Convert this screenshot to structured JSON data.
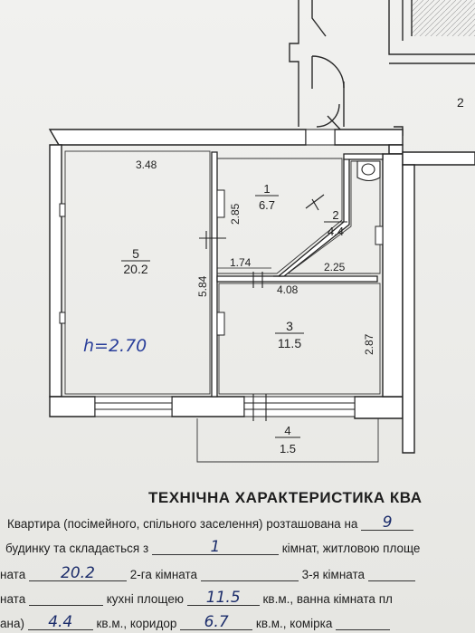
{
  "plan": {
    "rooms": [
      {
        "id": "5",
        "number": "5",
        "area": "20.2"
      },
      {
        "id": "1",
        "number": "1",
        "area": "6.7"
      },
      {
        "id": "2",
        "number": "2",
        "area": "4.4"
      },
      {
        "id": "3",
        "number": "3",
        "area": "11.5"
      },
      {
        "id": "4",
        "number": "4",
        "area": "1.5"
      }
    ],
    "dimensions": {
      "d348": "3.48",
      "d285": "2.85",
      "d174": "1.74",
      "d584": "5.84",
      "d408": "4.08",
      "d225": "2.25",
      "d287": "2.87"
    },
    "ceiling_height": "h=2.70",
    "corner_number": "2"
  },
  "form": {
    "title": "ТЕХНІЧНА ХАРАКТЕРИСТИКА КВА",
    "line1": {
      "text": "Квартира (посімейного, спільного заселення) розташована на",
      "value": "9"
    },
    "line2": {
      "prefix": "будинку та складається з",
      "value": "1",
      "suffix": "кімнат, житловою площе"
    },
    "line3": {
      "label1": "ната",
      "value1": "20.2",
      "label2": "2-га кімната",
      "label3": "3-я кімната"
    },
    "line4": {
      "label1": "ната",
      "label2": "кухні площею",
      "value2": "11.5",
      "label3": "кв.м., ванна кімната пл"
    },
    "line5": {
      "label1": "ана)",
      "value1": "4.4",
      "label2": "кв.м., коридор",
      "value2": "6.7",
      "label3": "кв.м., комірка"
    }
  }
}
